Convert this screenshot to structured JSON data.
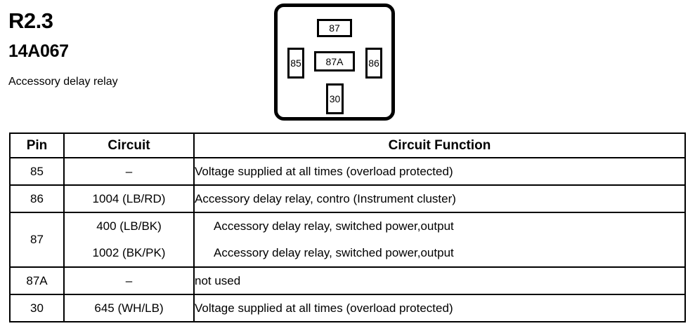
{
  "header": {
    "relay_id": "R2.3",
    "part_number": "14A067",
    "description": "Accessory delay relay"
  },
  "relay_diagram": {
    "terminals": [
      {
        "name": "terminal-87",
        "label": "87",
        "position": "top"
      },
      {
        "name": "terminal-85",
        "label": "85",
        "position": "left"
      },
      {
        "name": "terminal-87a",
        "label": "87A",
        "position": "center"
      },
      {
        "name": "terminal-86",
        "label": "86",
        "position": "right"
      },
      {
        "name": "terminal-30",
        "label": "30",
        "position": "bottom"
      }
    ]
  },
  "table": {
    "headers": {
      "pin": "Pin",
      "circuit": "Circuit",
      "function": "Circuit Function"
    },
    "rows": [
      {
        "pin": "85",
        "circuit": "–",
        "function": "Voltage supplied at all times (overload protected)"
      },
      {
        "pin": "86",
        "circuit": "1004 (LB/RD)",
        "function": "Accessory delay relay, contro (Instrument cluster)"
      },
      {
        "pin": "87",
        "circuit_a": "400 (LB/BK)",
        "function_a": "Accessory delay relay, switched power,output",
        "circuit_b": "1002 (BK/PK)",
        "function_b": "Accessory delay relay, switched power,output"
      },
      {
        "pin": "87A",
        "circuit": "–",
        "function": "not used"
      },
      {
        "pin": "30",
        "circuit": "645 (WH/LB)",
        "function": "Voltage supplied at all times (overload protected)"
      }
    ]
  },
  "colors": {
    "line": "#000000",
    "background": "#ffffff",
    "text": "#000000"
  }
}
